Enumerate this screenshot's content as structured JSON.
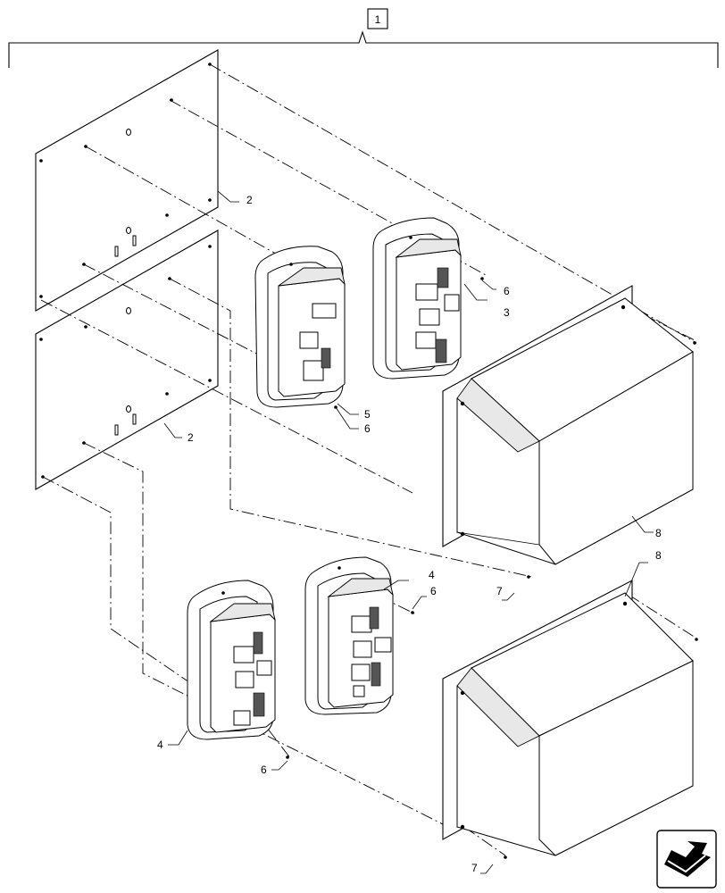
{
  "callouts": {
    "assembly": "1",
    "plate_upper": "2",
    "plate_lower": "2",
    "module_3": "3",
    "module_4_a": "4",
    "module_4_b": "4",
    "module_5": "5",
    "screw_6_a": "6",
    "screw_6_b": "6",
    "screw_6_c": "6",
    "screw_6_d": "6",
    "screw_7_a": "7",
    "screw_7_b": "7",
    "housing_8_a": "8",
    "housing_8_b": "8"
  },
  "nav_icon": "return-arrow-icon"
}
